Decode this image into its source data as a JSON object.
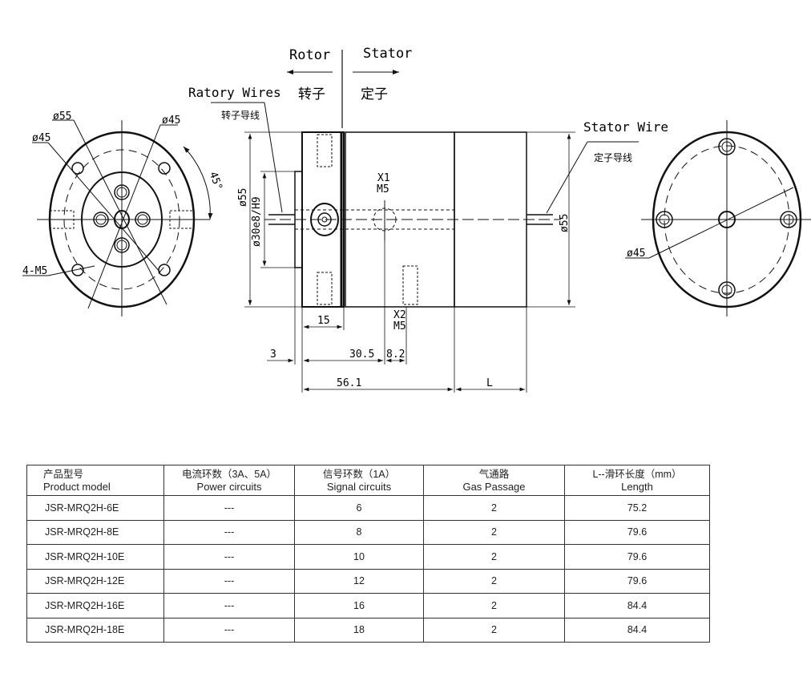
{
  "drawing": {
    "labels": {
      "rotor": "Rotor",
      "stator": "Stator",
      "rotor_zh": "转子",
      "stator_zh": "定子",
      "rotary_wires": "Ratory Wires",
      "rotary_wires_zh": "转子导线",
      "stator_wire": "Stator Wire",
      "stator_wire_zh": "定子导线"
    },
    "front_view": {
      "dia_55": "ø55",
      "dia_45_left": "ø45",
      "dia_45_right": "ø45",
      "angle": "45°",
      "holes": "4-M5"
    },
    "side_view": {
      "dia_55_left": "ø55",
      "dia_30": "ø30e8/H9",
      "dia_55_right": "ø55",
      "x1": "X1",
      "x1_thread": "M5",
      "x2": "X2",
      "x2_thread": "M5",
      "dim_15": "15",
      "dim_3": "3",
      "dim_30_5": "30.5",
      "dim_8_2": "8.2",
      "dim_56_1": "56.1",
      "dim_L": "L"
    },
    "rear_view": {
      "dia_45": "ø45"
    }
  },
  "table": {
    "headers": [
      {
        "zh": "产品型号",
        "en": "Product model"
      },
      {
        "zh": "电流环数（3A、5A）",
        "en": "Power circuits"
      },
      {
        "zh": "信号环数（1A）",
        "en": "Signal circuits"
      },
      {
        "zh": "气通路",
        "en": "Gas Passage"
      },
      {
        "zh": "L--滑环长度（mm）",
        "en": "Length"
      }
    ],
    "rows": [
      [
        "JSR-MRQ2H-6E",
        "---",
        "6",
        "2",
        "75.2"
      ],
      [
        "JSR-MRQ2H-8E",
        "---",
        "8",
        "2",
        "79.6"
      ],
      [
        "JSR-MRQ2H-10E",
        "---",
        "10",
        "2",
        "79.6"
      ],
      [
        "JSR-MRQ2H-12E",
        "---",
        "12",
        "2",
        "79.6"
      ],
      [
        "JSR-MRQ2H-16E",
        "---",
        "16",
        "2",
        "84.4"
      ],
      [
        "JSR-MRQ2H-18E",
        "---",
        "18",
        "2",
        "84.4"
      ]
    ]
  }
}
